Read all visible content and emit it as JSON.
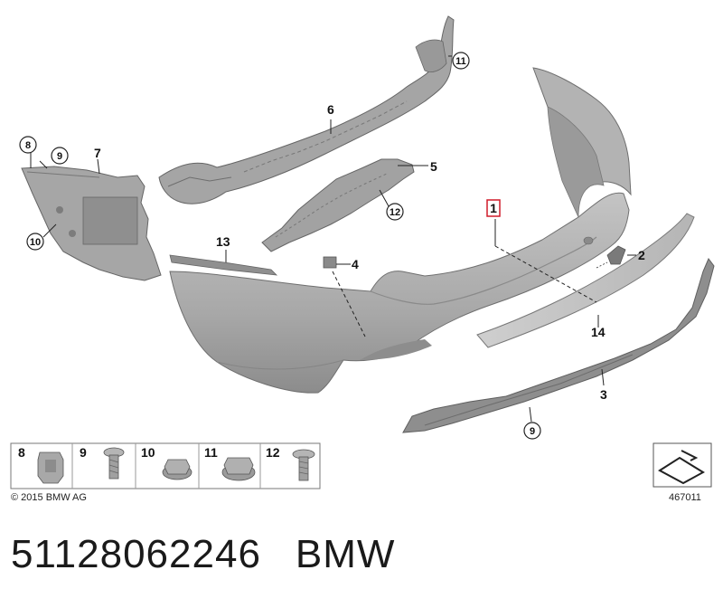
{
  "callouts": {
    "c1": "1",
    "c2": "2",
    "c3": "3",
    "c4": "4",
    "c5": "5",
    "c6": "6",
    "c7": "7",
    "c8": "8",
    "c9a": "9",
    "c9b": "9",
    "c10": "10",
    "c11": "11",
    "c12": "12",
    "c13": "13",
    "c14": "14"
  },
  "legend": {
    "items": [
      {
        "num": "8"
      },
      {
        "num": "9"
      },
      {
        "num": "10"
      },
      {
        "num": "11"
      },
      {
        "num": "12"
      }
    ]
  },
  "copyright": "© 2015 BMW AG",
  "diagram_number": "467011",
  "part_number": "51128062246",
  "brand": "BMW",
  "colors": {
    "part_fill": "#a9a9a9",
    "part_dark": "#7d7d7d",
    "highlight_box": "#d01c2a"
  }
}
